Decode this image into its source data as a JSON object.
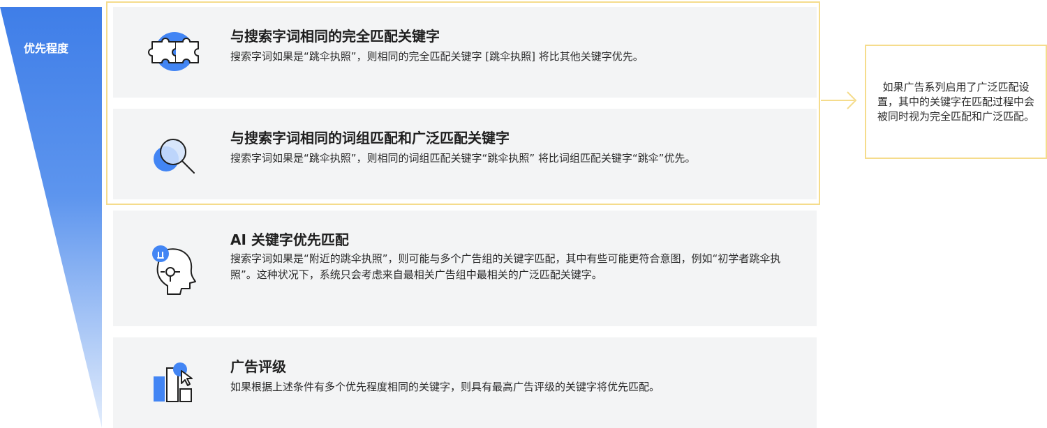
{
  "funnel": {
    "label": "优先程度",
    "colors": {
      "top": "#3f7ee8",
      "bottom": "#d8e6fb"
    }
  },
  "cards": [
    {
      "title": "与搜索字词相同的完全匹配关键字",
      "desc": "搜索字词如果是“跳伞执照”，则相同的完全匹配关键字 [跳伞执照] 将比其他关键字优先。",
      "icon": "puzzle-icon"
    },
    {
      "title": "与搜索字词相同的词组匹配和广泛匹配关键字",
      "desc": "搜索字词如果是“跳伞执照”，则相同的词组匹配关键字“跳伞执照” 将比词组匹配关键字“跳伞”优先。",
      "icon": "magnifier-icon"
    },
    {
      "title": "AI 关键字优先匹配",
      "desc": "搜索字词如果是“附近的跳伞执照”，则可能与多个广告组的关键字匹配，其中有些可能更符合意图，例如“初学者跳伞执照”。这种状况下，系统只会考虑来自最相关广告组中最相关的广泛匹配关键字。",
      "icon": "ai-head-icon"
    },
    {
      "title": "广告评级",
      "desc": "如果根据上述条件有多个优先程度相同的关键字，则具有最高广告评级的关键字将优先匹配。",
      "icon": "bar-chart-cursor-icon"
    }
  ],
  "note": {
    "text": "如果广告系列启用了广泛匹配设置，其中的关键字在匹配过程中会被同时视为完全匹配和广泛匹配。"
  },
  "colors": {
    "accent_blue": "#4285f4",
    "light_blue": "#d2e3fc",
    "highlight_yellow": "#f5dc8c",
    "card_bg": "#f3f4f5"
  }
}
